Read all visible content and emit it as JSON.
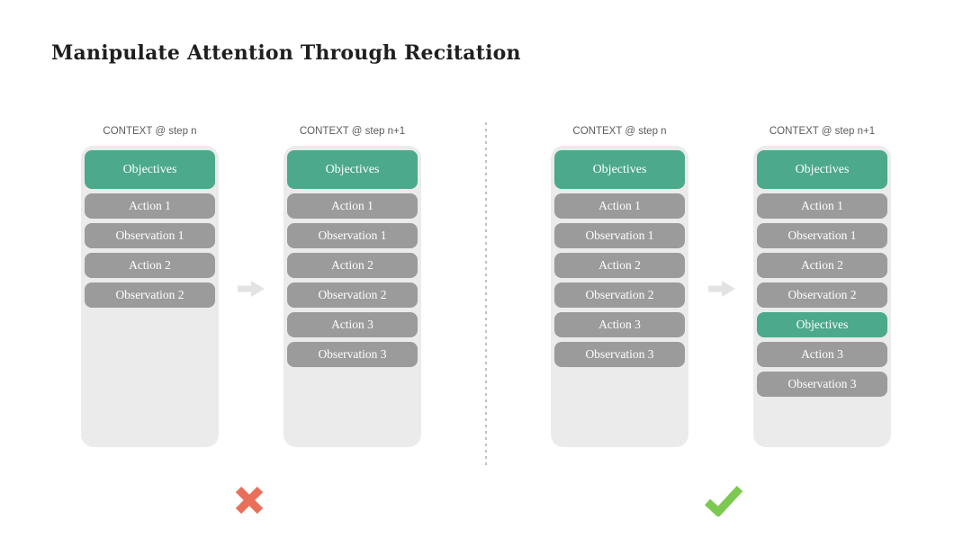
{
  "title": "Manipulate Attention Through Recitation",
  "colors": {
    "teal": "#4CA98C",
    "gray": "#9B9B9B",
    "panel": "#EBEBEB",
    "bad": "#E8705B",
    "good": "#7CC850",
    "arrow": "#E3E3E3",
    "divider": "#C2C2C2",
    "header_text": "#5B5B5B",
    "title_text": "#1F1F1F",
    "pill_text": "#FFFFFF"
  },
  "arrow_icon": "right-arrow-icon",
  "sections": [
    {
      "name": "without-recitation",
      "verdict": "rejected",
      "verdict_icon": "x-mark-icon",
      "columns": [
        {
          "header": "CONTEXT @ step n",
          "pills": [
            {
              "label": "Objectives",
              "type": "objectives"
            },
            {
              "label": "Action 1",
              "type": "step"
            },
            {
              "label": "Observation 1",
              "type": "step"
            },
            {
              "label": "Action 2",
              "type": "step"
            },
            {
              "label": "Observation 2",
              "type": "step"
            }
          ]
        },
        {
          "header": "CONTEXT @ step n+1",
          "pills": [
            {
              "label": "Objectives",
              "type": "objectives"
            },
            {
              "label": "Action 1",
              "type": "step"
            },
            {
              "label": "Observation 1",
              "type": "step"
            },
            {
              "label": "Action 2",
              "type": "step"
            },
            {
              "label": "Observation 2",
              "type": "step"
            },
            {
              "label": "Action 3",
              "type": "step"
            },
            {
              "label": "Observation 3",
              "type": "step"
            }
          ]
        }
      ]
    },
    {
      "name": "with-recitation",
      "verdict": "accepted",
      "verdict_icon": "checkmark-icon",
      "columns": [
        {
          "header": "CONTEXT @ step n",
          "pills": [
            {
              "label": "Objectives",
              "type": "objectives"
            },
            {
              "label": "Action 1",
              "type": "step"
            },
            {
              "label": "Observation 1",
              "type": "step"
            },
            {
              "label": "Action 2",
              "type": "step"
            },
            {
              "label": "Observation 2",
              "type": "step"
            },
            {
              "label": "Action 3",
              "type": "step"
            },
            {
              "label": "Observation 3",
              "type": "step"
            }
          ]
        },
        {
          "header": "CONTEXT @ step n+1",
          "pills": [
            {
              "label": "Objectives",
              "type": "objectives"
            },
            {
              "label": "Action 1",
              "type": "step"
            },
            {
              "label": "Observation 1",
              "type": "step"
            },
            {
              "label": "Action 2",
              "type": "step"
            },
            {
              "label": "Observation 2",
              "type": "step"
            },
            {
              "label": "Objectives",
              "type": "objectives"
            },
            {
              "label": "Action 3",
              "type": "step"
            },
            {
              "label": "Observation 3",
              "type": "step"
            }
          ]
        }
      ]
    }
  ]
}
